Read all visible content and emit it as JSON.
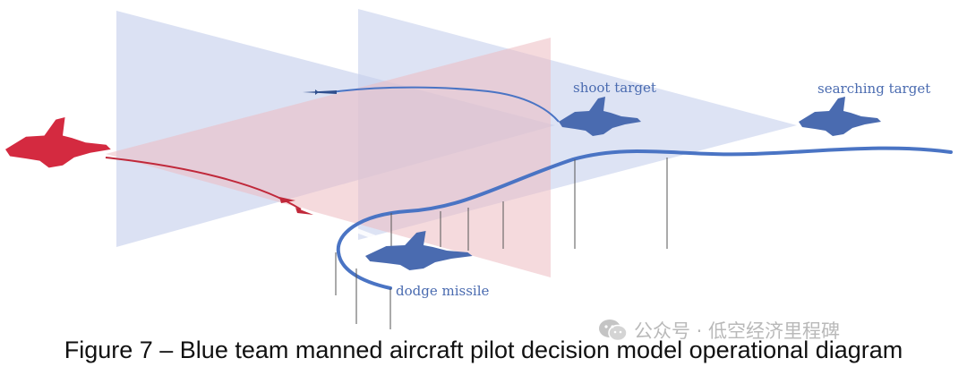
{
  "labels": {
    "shoot_target": "shoot target",
    "searching_target": "searching target",
    "dodge_missile": "dodge missile"
  },
  "caption": "Figure 7 – Blue team manned aircraft pilot decision model operational diagram",
  "watermark": "公众号 · 低空经济里程碑",
  "colors": {
    "blue_plane": "#4a6bb0",
    "blue_path": "#4a74c4",
    "red_plane": "#d42a40",
    "red_path": "#c0283a",
    "blue_cone": "#c9d3ec",
    "red_cone": "#ecc3c6",
    "label_text": "#4a6bb0"
  }
}
